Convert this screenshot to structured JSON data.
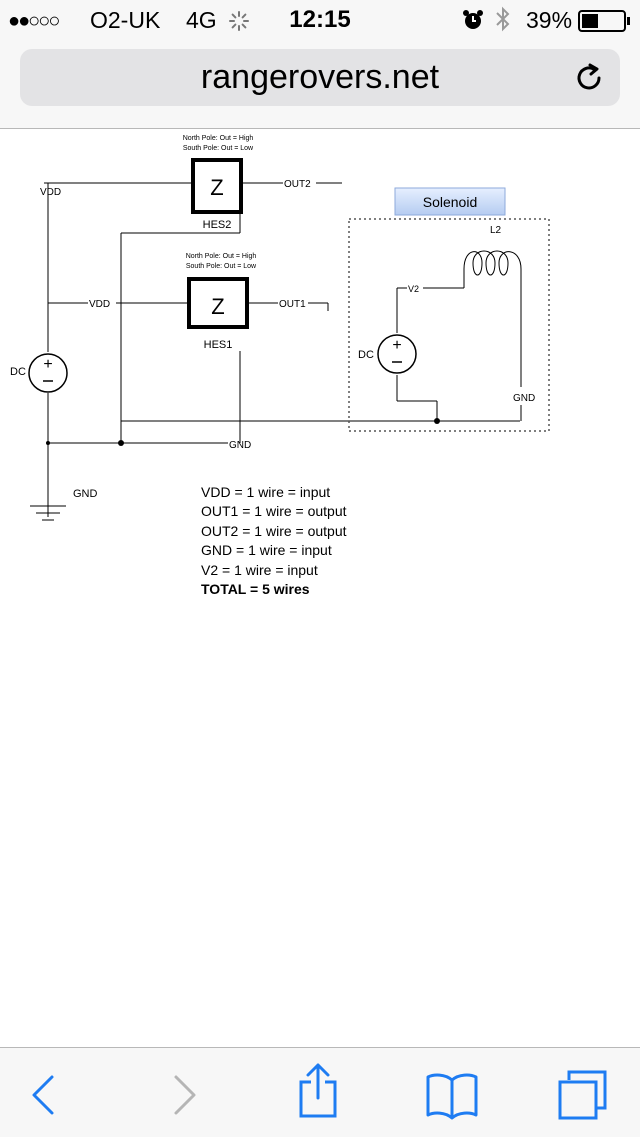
{
  "status_bar": {
    "signal": "●●○○○",
    "carrier": "O2-UK",
    "network": "4G",
    "time": "12:15",
    "battery_percent": "39%",
    "battery_level": 0.39
  },
  "browser": {
    "url": "rangerovers.net"
  },
  "diagram": {
    "hes2": {
      "note_line1": "North Pole: Out = High",
      "note_line2": "South Pole: Out = Low",
      "symbol": "Z",
      "label": "HES2",
      "output": "OUT2"
    },
    "hes1": {
      "note_line1": "North Pole: Out = High",
      "note_line2": "South Pole: Out = Low",
      "symbol": "Z",
      "label": "HES1",
      "output": "OUT1",
      "input": "VDD"
    },
    "vdd_label": "VDD",
    "dc_main_label": "DC",
    "gnd_bus_label": "GND",
    "gnd_ground_label": "GND",
    "solenoid": {
      "button_label": "Solenoid",
      "coil_label": "L2",
      "v2_label": "V2",
      "dc_label": "DC",
      "gnd_label": "GND"
    }
  },
  "wire_list": [
    "VDD = 1 wire = input",
    "OUT1 = 1 wire = output",
    "OUT2 = 1 wire = output",
    "GND = 1 wire = input",
    "V2 = 1 wire = input"
  ],
  "wire_total": "TOTAL = 5 wires",
  "colors": {
    "accent": "#1e7cf2",
    "disabled": "#b5b5b5",
    "solenoid_button": "#c9dcf5"
  },
  "icons": {
    "back": "chevron-left-icon",
    "forward": "chevron-right-icon",
    "share": "share-icon",
    "bookmarks": "book-icon",
    "tabs": "tabs-icon",
    "reload": "reload-icon"
  }
}
